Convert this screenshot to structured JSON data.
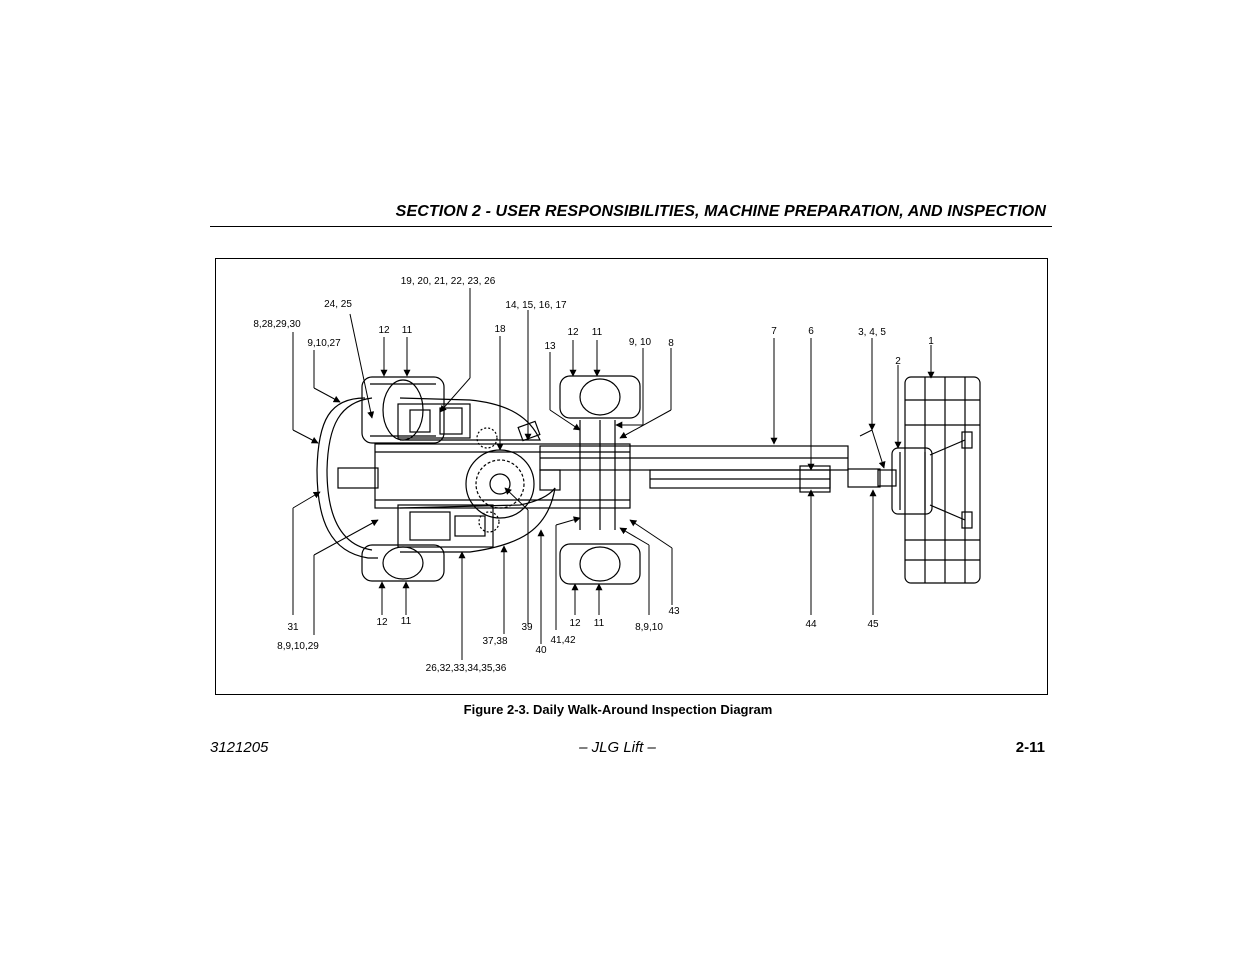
{
  "header": {
    "title": "SECTION 2 - USER RESPONSIBILITIES, MACHINE PREPARATION, AND INSPECTION"
  },
  "figure": {
    "caption": "Figure 2-3. Daily Walk-Around Inspection Diagram",
    "callouts": {
      "c1": "1",
      "c2": "2",
      "c3_4_5": "3, 4, 5",
      "c6": "6",
      "c7": "7",
      "c8": "8",
      "c9_10_top": "9, 10",
      "c13": "13",
      "c12_mid_top": "12",
      "c11_mid_top": "11",
      "c18": "18",
      "c14_17": "14, 15, 16, 17",
      "c19_26": "19, 20, 21, 22, 23, 26",
      "c24_25": "24, 25",
      "c12_left_top": "12",
      "c11_left_top": "11",
      "c8_28_29_30": "8,28,29,30",
      "c9_10_27": "9,10,27",
      "c31": "31",
      "c8_9_10_29": "8,9,10,29",
      "c12_left_bot": "12",
      "c11_left_bot": "11",
      "c26_32_36": "26,32,33,34,35,36",
      "c37_38": "37,38",
      "c39": "39",
      "c40": "40",
      "c41_42": "41,42",
      "c12_mid_bot": "12",
      "c11_mid_bot": "11",
      "c8_9_10_bot": "8,9,10",
      "c43": "43",
      "c44": "44",
      "c45": "45"
    }
  },
  "footer": {
    "doc_number": "3121205",
    "center": "– JLG Lift –",
    "page": "2-11"
  }
}
